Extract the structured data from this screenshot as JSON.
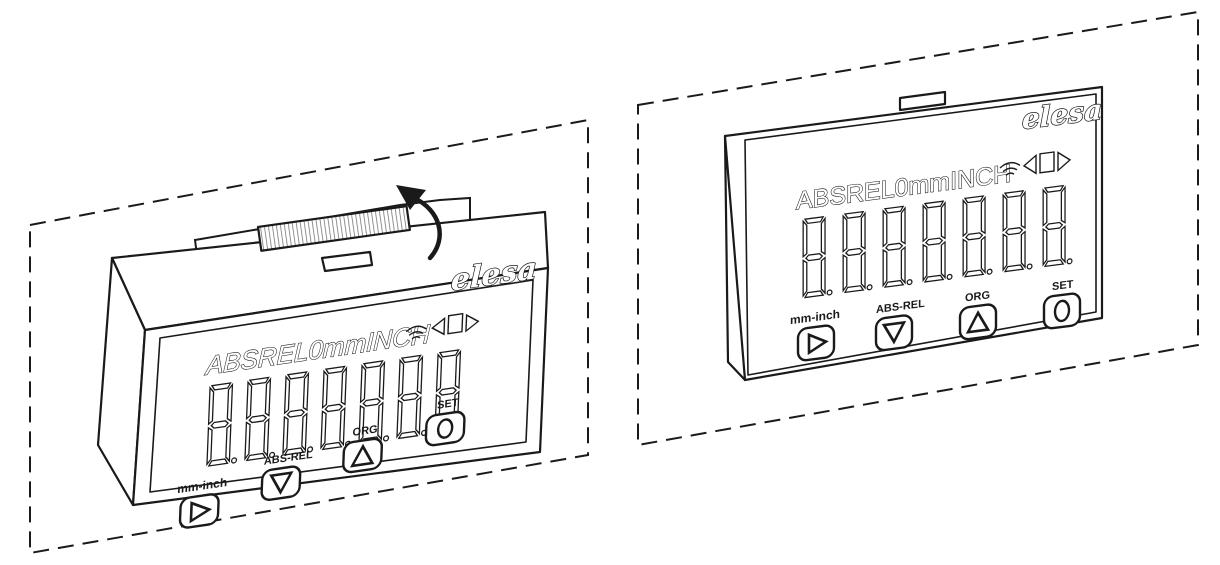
{
  "brand": "elesa",
  "status_text": "ABSREL0mmINCH",
  "buttons": [
    {
      "label": "mm-inch",
      "icon": "play-right-icon"
    },
    {
      "label": "ABS-REL",
      "icon": "triangle-down-icon"
    },
    {
      "label": "ORG",
      "icon": "triangle-up-icon"
    },
    {
      "label": "SET",
      "icon": "circle-icon"
    }
  ],
  "digit_value": "8.8.8.8.8.8.8.",
  "colors": {
    "line": "#1a1a1a",
    "background": "#ffffff",
    "hatch": "#9a9a9a"
  }
}
